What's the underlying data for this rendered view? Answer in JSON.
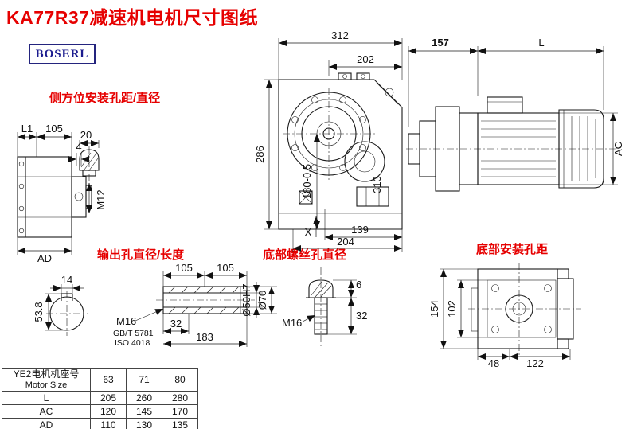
{
  "title": "KA77R37减速机电机尺寸图纸",
  "logo_text": "BOSERL",
  "labels": {
    "side_mount": "侧方位安装孔距/直径",
    "output_hole": "输出孔直径/长度",
    "bottom_screw": "底部螺丝孔直径",
    "bottom_mount": "底部安装孔距"
  },
  "dims": {
    "overall_width": "312",
    "flange_width": "202",
    "overall_height": "286",
    "height_tol": "180-0.5",
    "vert_313": "313",
    "x_ref": "X",
    "bottom_139": "139",
    "bottom_204": "204",
    "motor_157": "157",
    "motor_L": "L",
    "motor_AC": "AC",
    "side_L1": "L1",
    "side_105": "105",
    "side_4": "4",
    "side_AD": "AD",
    "plug_20": "20",
    "plug_M12": "M12",
    "key_14": "14",
    "key_53_8": "53.8",
    "shaft_105a": "105",
    "shaft_105b": "105",
    "shaft_M16": "M16",
    "shaft_gb": "GB/T 5781",
    "shaft_iso": "ISO 4018",
    "shaft_32": "32",
    "shaft_183": "183",
    "shaft_d50": "Ø50H7",
    "shaft_d70": "Ø70",
    "bolt_6": "6",
    "bolt_32": "32",
    "bolt_M16": "M16",
    "base_154": "154",
    "base_102": "102",
    "base_48": "48",
    "base_122": "122"
  },
  "table": {
    "header_cn": "YE2电机机座号",
    "header_en": "Motor Size",
    "sizes": [
      "63",
      "71",
      "80"
    ],
    "rows": [
      {
        "label": "L",
        "values": [
          "205",
          "260",
          "280"
        ]
      },
      {
        "label": "AC",
        "values": [
          "120",
          "145",
          "170"
        ]
      },
      {
        "label": "AD",
        "values": [
          "110",
          "130",
          "135"
        ]
      }
    ]
  }
}
